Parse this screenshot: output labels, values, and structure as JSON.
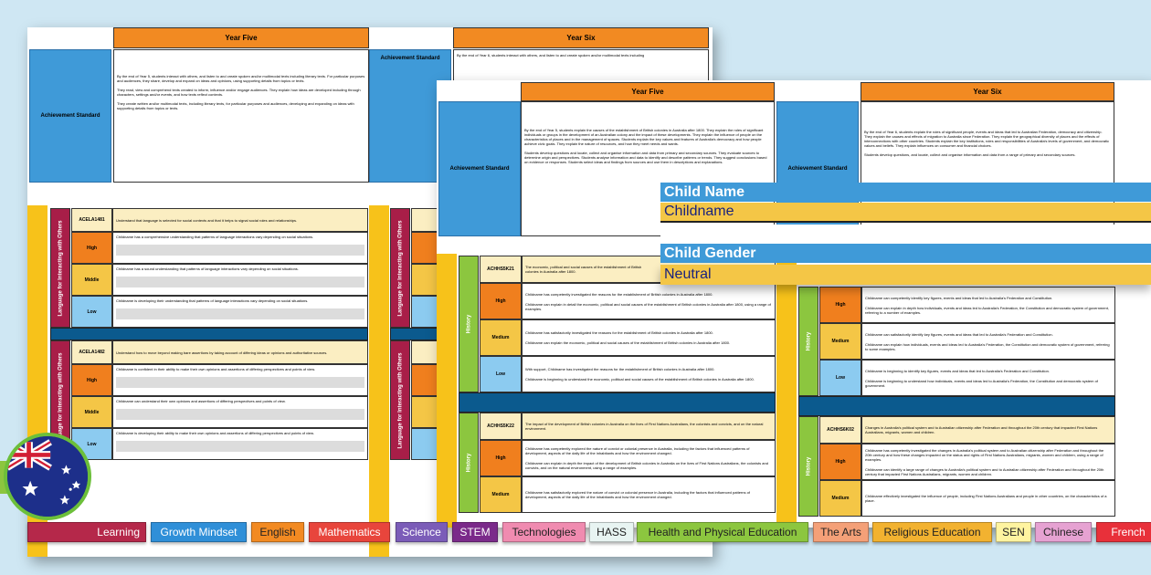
{
  "colors": {
    "background": "#cfe7f3",
    "header": "#f28a22",
    "achievement": "#3f9ad8",
    "code": "#fbeec2",
    "high": "#f07f1e",
    "mid": "#f4c646",
    "low": "#8ccbf0",
    "band": "#0b5a8e",
    "english_subject": "#a81e48",
    "history_subject": "#8cc63f",
    "strip": "#f7c21a"
  },
  "back_doc": {
    "col_headers": [
      "Year Five",
      "Year Six"
    ],
    "achievement_label": "Achievement Standard",
    "achievement_text": [
      "By the end of Year 5, students interact with others, and listen to and create spoken and/or multimodal texts including literary texts. For particular purposes and audiences, they share, develop and expand on ideas and opinions, using supporting details from topics or texts.",
      "They read, view and comprehend texts created to inform, influence and/or engage audiences. They explain how ideas are developed including through characters, settings and/or events, and how texts reflect contexts.",
      "They create written and/or multimodal texts, including literary texts, for particular purposes and audiences, developing and expanding on ideas with supporting details from topics or texts."
    ],
    "achievement_text_y6": "By the end of Year 6, students interact with others, and listen to and create spoken and/or multimodal texts including",
    "subject": "Language for Interacting with Others",
    "blocks": [
      {
        "code": "ACELA1481",
        "desc": "Understand that language is selected for social contexts and that it helps to signal social roles and relationships.",
        "levels": [
          {
            "label": "High",
            "text": [
              "Childname has a comprehensive understanding that patterns of language interactions vary depending on social situations."
            ]
          },
          {
            "label": "Middle",
            "text": [
              "Childname has a sound understanding that patterns of language interactions vary depending on social situations."
            ]
          },
          {
            "label": "Low",
            "text": [
              "Childname is developing their understanding that patterns of language interactions vary depending on social situations."
            ]
          }
        ]
      },
      {
        "code": "ACELA1482",
        "desc": "Understand how to move beyond making bare assertions by taking account of differing ideas or opinions and authoritative sources.",
        "levels": [
          {
            "label": "High",
            "text": [
              "Childname is confident in their ability to make their own opinions and assertions of differing perspectives and points of view."
            ]
          },
          {
            "label": "Middle",
            "text": [
              "Childname can understand their own opinions and assertions of differing perspectives and points of view."
            ]
          },
          {
            "label": "Low",
            "text": [
              "Childname is developing their ability to make their own opinions and assertions of differing perspectives and points of view."
            ]
          }
        ]
      }
    ]
  },
  "front_doc": {
    "col_headers": [
      "Year Five",
      "Year Six"
    ],
    "achievement_label": "Achievement Standard",
    "achievement_text": [
      "By the end of Year 5, students explain the causes of the establishment of British colonies in Australia after 1800. They explain the roles of significant individuals or groups in the development of an Australian colony and the impact of these developments. They explain the influence of people on the characteristics of places and in the management of spaces. Students explain the key values and features of Australia's democracy and how people achieve civic goals. They explain the nature of resources, and how they meet needs and wants.",
      "Students develop questions and locate, collect and organise information and data from primary and secondary sources. They evaluate sources to determine origin and perspectives. Students analyse information and data to identify and describe patterns or trends. They suggest conclusions based on evidence or responses. Students select ideas and findings from sources and use them in descriptions and explanations."
    ],
    "achievement_text_y6": [
      "By the end of Year 6, students explain the roles of significant people, events and ideas that led to Australian Federation, democracy and citizenship. They explain the causes and effects of migration to Australia since Federation. They explain the geographical diversity of places and the effects of interconnections with other countries. Students explain the key institutions, roles and responsibilities of Australia's levels of government, and democratic values and beliefs. They explain influences on consumer and financial choices.",
      "Students develop questions, and locate, collect and organise information and data from a range of primary and secondary sources."
    ],
    "subject": "History",
    "left_blocks": [
      {
        "code": "ACHHS5K21",
        "desc": "The economic, political and social causes of the establishment of British colonies in Australia after 1800.",
        "levels": [
          {
            "label": "High",
            "text": [
              "Childname has competently investigated the reasons for the establishment of British colonies in Australia after 1800.",
              "Childname can explain in detail the economic, political and social causes of the establishment of British colonies in Australia after 1800, using a range of examples."
            ]
          },
          {
            "label": "Medium",
            "text": [
              "Childname has satisfactorily investigated the reasons for the establishment of British colonies in Australia after 1800.",
              "Childname can explain the economic, political and social causes of the establishment of British colonies in Australia after 1800."
            ]
          },
          {
            "label": "Low",
            "text": [
              "With support, Childname has investigated the reasons for the establishment of British colonies in Australia after 1800.",
              "Childname is beginning to understand the economic, political and social causes of the establishment of British colonies in Australia after 1800."
            ]
          }
        ]
      },
      {
        "code": "ACHHS5K22",
        "desc": "The impact of the development of British colonies in Australia on the lives of First Nations Australians, the colonists and convicts, and on the natural environment.",
        "levels": [
          {
            "label": "High",
            "text": [
              "Childname has competently explored the nature of convict or colonial presence in Australia, including the factors that influenced patterns of development, aspects of the daily life of the inhabitants and how the environment changed.",
              "Childname can explain in depth the impact of the development of British colonies in Australia on the lives of First Nations Australians, the colonists and convicts, and on the natural environment, using a range of examples."
            ]
          },
          {
            "label": "Medium",
            "text": [
              "Childname has satisfactorily explored the nature of convict or colonial presence in Australia, including the factors that influenced patterns of development, aspects of the daily life of the inhabitants and how the environment changed."
            ]
          }
        ]
      }
    ],
    "right_blocks": [
      {
        "code": "",
        "desc": "",
        "levels": [
          {
            "label": "High",
            "text": [
              "Childname can competently identify key figures, events and ideas that led to Australia's Federation and Constitution.",
              "Childname can explain in depth how individuals, events and ideas led to Australia's Federation, the Constitution and democratic system of government, referring to a number of examples."
            ]
          },
          {
            "label": "Medium",
            "text": [
              "Childname can satisfactorily identify key figures, events and ideas that led to Australia's Federation and Constitution.",
              "Childname can explain how individuals, events and ideas led to Australia's Federation, the Constitution and democratic system of government, referring to some examples."
            ]
          },
          {
            "label": "Low",
            "text": [
              "Childname is beginning to identify key figures, events and ideas that led to Australia's Federation and Constitution.",
              "Childname is beginning to understand how individuals, events and ideas led to Australia's Federation, the Constitution and democratic system of government."
            ]
          }
        ]
      },
      {
        "code": "ACHHS6K02",
        "desc": "Changes in Australia's political system and to Australian citizenship after Federation and throughout the 20th century that impacted First Nations Australians, migrants, women and children.",
        "levels": [
          {
            "label": "High",
            "text": [
              "Childname has competently investigated the changes in Australia's political system and to Australian citizenship after Federation and throughout the 20th century and how these changes impacted on the status and rights of First Nations Australians, migrants, women and children, using a range of examples.",
              "Childname can identify a large range of changes to Australia's political system and to Australian citizenship after Federation and throughout the 20th century that impacted First Nations Australians, migrants, women and children."
            ]
          },
          {
            "label": "Medium",
            "text": [
              "Childname effectively investigated the influence of people, including First Nations Australians and people in other countries, on the characteristics of a place."
            ]
          }
        ]
      }
    ]
  },
  "overlay": {
    "name_label": "Child Name",
    "name_value": "Childname",
    "gender_label": "Child Gender",
    "gender_value": "Neutral"
  },
  "tabs": [
    {
      "label": "Learning",
      "bg": "#b5284a",
      "fg": "#ffffff"
    },
    {
      "label": "Growth Mindset",
      "bg": "#2f8fd8",
      "fg": "#ffffff"
    },
    {
      "label": "English",
      "bg": "#f28a22",
      "fg": "#222222"
    },
    {
      "label": "Mathematics",
      "bg": "#e8453c",
      "fg": "#ffffff"
    },
    {
      "label": "Science",
      "bg": "#7b5cb8",
      "fg": "#ffffff"
    },
    {
      "label": "STEM",
      "bg": "#7b2a8a",
      "fg": "#ffffff"
    },
    {
      "label": "Technologies",
      "bg": "#f08bb0",
      "fg": "#222222"
    },
    {
      "label": "HASS",
      "bg": "#e8f4f2",
      "fg": "#222222"
    },
    {
      "label": "Health and Physical Education",
      "bg": "#8cc63f",
      "fg": "#222222"
    },
    {
      "label": "The Arts",
      "bg": "#f4a078",
      "fg": "#222222"
    },
    {
      "label": "Religious Education",
      "bg": "#f2b230",
      "fg": "#222222"
    },
    {
      "label": "SEN",
      "bg": "#fff4a0",
      "fg": "#222222"
    },
    {
      "label": "Chinese",
      "bg": "#e6a2d2",
      "fg": "#222222"
    },
    {
      "label": "French",
      "bg": "#e8303a",
      "fg": "#ffffff"
    }
  ]
}
